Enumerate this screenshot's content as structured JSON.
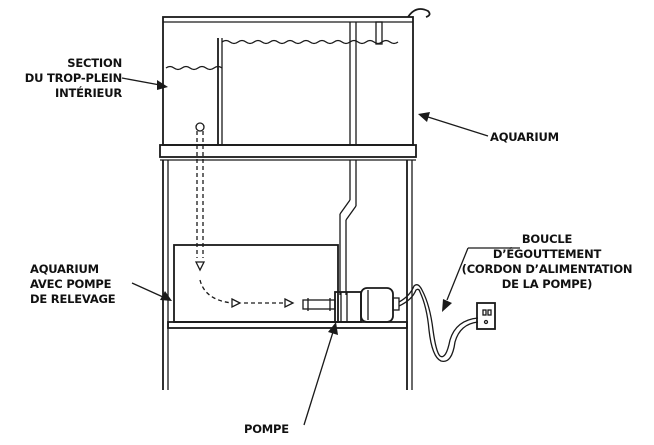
{
  "labels": {
    "overflow_section": [
      "SECTION",
      "DU TROP-PLEIN",
      "INTÉRIEUR"
    ],
    "aquarium": "AQUARIUM",
    "sump": [
      "AQUARIUM",
      "AVEC POMPE",
      "DE RELEVAGE"
    ],
    "pump": "POMPE",
    "drip_loop": [
      "BOUCLE",
      "D’ÉGOUTTEMENT",
      "(CORDON D’ALIMENTATION",
      "DE LA POMPE)"
    ]
  },
  "colors": {
    "line": "#1a1a1a",
    "background": "#ffffff",
    "text": "#111111"
  }
}
